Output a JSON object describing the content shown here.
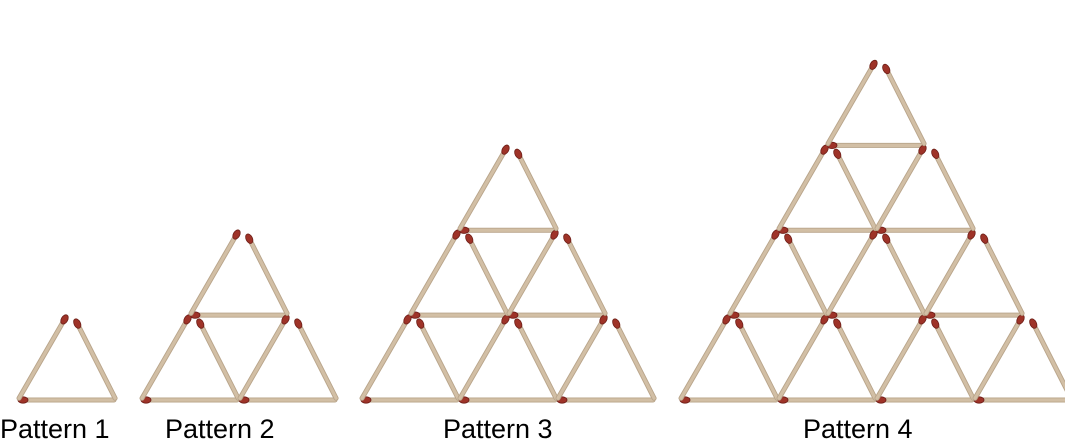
{
  "patterns": [
    {
      "label": "Pattern 1",
      "rows": 1
    },
    {
      "label": "Pattern 2",
      "rows": 2
    },
    {
      "label": "Pattern 3",
      "rows": 3
    },
    {
      "label": "Pattern 4",
      "rows": 4
    }
  ],
  "colors": {
    "stick_wood": "#d2bfa5",
    "stick_shadow": "#b8a48a",
    "match_head": "#9e3328",
    "match_head_dark": "#6e1e18",
    "caption_text": "#000000"
  }
}
